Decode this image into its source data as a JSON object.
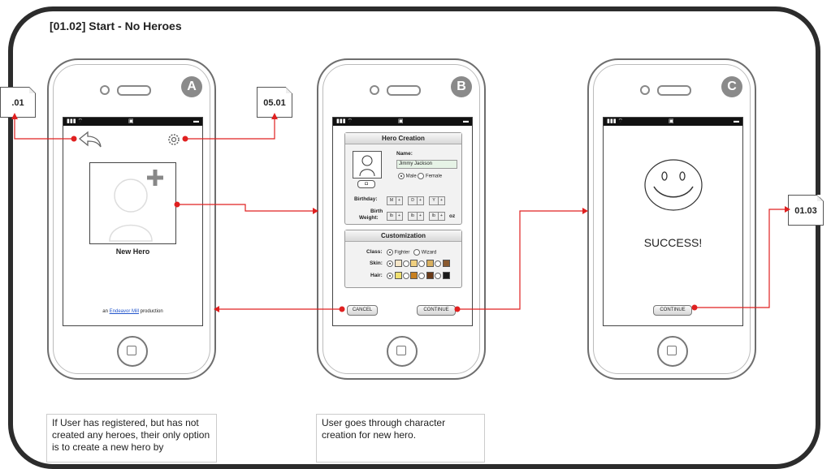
{
  "title": "[01.02] Start - No Heroes",
  "colors": {
    "link": "#e02020",
    "frame": "#2c2c2c",
    "badge": "#8a8a8a"
  },
  "docs": [
    {
      "label": ".01"
    },
    {
      "label": "05.01"
    },
    {
      "label": "01.03"
    }
  ],
  "phones": [
    {
      "badge": "A",
      "back_icon": "back-arrow-icon",
      "settings_icon": "gear-icon",
      "hero_slot_label": "New Hero",
      "credit": {
        "pre": "an",
        "link": "Endeavor Mill",
        "post": "production"
      }
    },
    {
      "badge": "B",
      "hero_creation": {
        "header": "Hero Creation",
        "name_label": "Name:",
        "name_value": "Jimmy Jackson",
        "gender": [
          "Male",
          "Female"
        ],
        "birthday_label": "Birthday:",
        "birthday_fields": [
          "M",
          "D",
          "Y"
        ],
        "birth_weight_label_1": "Birth",
        "birth_weight_label_2": "Weight:",
        "weight_fields": [
          "lb",
          "lb",
          "lb"
        ],
        "weight_unit": "oz"
      },
      "customization": {
        "header": "Customization",
        "class_label": "Class:",
        "classes": [
          "Fighter",
          "Wizard"
        ],
        "skin_label": "Skin:",
        "hair_label": "Hair:",
        "skin_colors": [
          "#f5e6c8",
          "#f0d080",
          "#d9b060",
          "#8a5a30"
        ],
        "hair_colors": [
          "#f0e070",
          "#c88020",
          "#6a3a18",
          "#1a1a1a"
        ]
      },
      "cancel_label": "CANCEL",
      "continue_label": "CONTINUE"
    },
    {
      "badge": "C",
      "message": "SUCCESS!",
      "continue_label": "CONTINUE"
    }
  ],
  "notes": [
    "If User has registered, but has not created any heroes, their only option is to create a new hero by",
    "User goes through character creation for new hero."
  ]
}
